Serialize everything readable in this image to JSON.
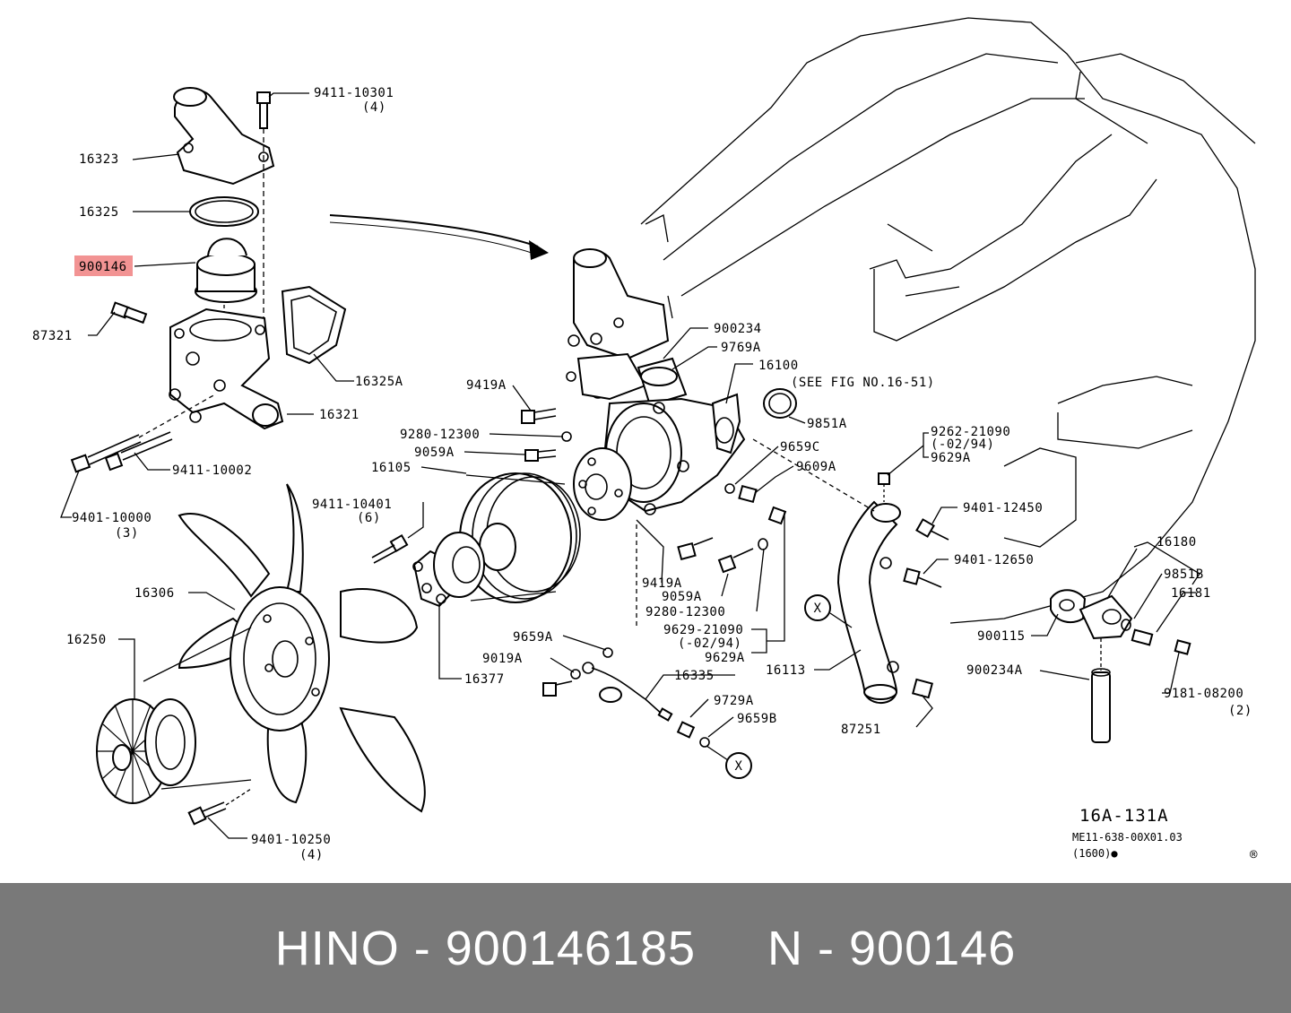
{
  "diagram": {
    "labels": {
      "p9411_10301": "9411-10301",
      "q4a": "(4)",
      "p16323": "16323",
      "p16325": "16325",
      "p900146": "900146",
      "p87321": "87321",
      "p16325A": "16325A",
      "p16321": "16321",
      "p9411_10002": "9411-10002",
      "p9401_10000": "9401-10000",
      "q3": "(3)",
      "p9411_10401": "9411-10401",
      "q6": "(6)",
      "p16306": "16306",
      "p16250": "16250",
      "p9401_10250": "9401-10250",
      "q4b": "(4)",
      "p16105": "16105",
      "p16377": "16377",
      "p9419A": "9419A",
      "p9280_12300": "9280-12300",
      "p9059A": "9059A",
      "p900234": "900234",
      "p9769A": "9769A",
      "p16100": "16100",
      "see_fig": "(SEE FIG NO.16-51)",
      "p9851A": "9851A",
      "p9659C": "9659C",
      "p9609A": "9609A",
      "p9262_21090": "9262-21090",
      "r_02_94a": "(-02/94)",
      "p9629A_a": "9629A",
      "p9401_12450": "9401-12450",
      "p9401_12650": "9401-12650",
      "p16180": "16180",
      "p9851B": "9851B",
      "p16181": "16181",
      "p900115": "900115",
      "p900234A": "900234A",
      "p9181_08200": "9181-08200",
      "q2": "(2)",
      "p9419A_b": "9419A",
      "p9059A_b": "9059A",
      "p9280_12300_b": "9280-12300",
      "p9629_21090": "9629-21090",
      "r_02_94b": "(-02/94)",
      "p9629A_b": "9629A",
      "p16113": "16113",
      "p9659A": "9659A",
      "p9019A": "9019A",
      "p16335": "16335",
      "p9729A": "9729A",
      "p9659B": "9659B",
      "p87251": "87251",
      "x1": "X",
      "x2": "X",
      "fig_code": "16A-131A",
      "ref_code": "ME11-638-00X01.03",
      "ref_sub": "(1600)●",
      "registered": "®"
    }
  },
  "highlight": {
    "color": "#f08080"
  },
  "footer": {
    "text": "HINO - 900146185     N - 900146",
    "background": "#797979"
  }
}
